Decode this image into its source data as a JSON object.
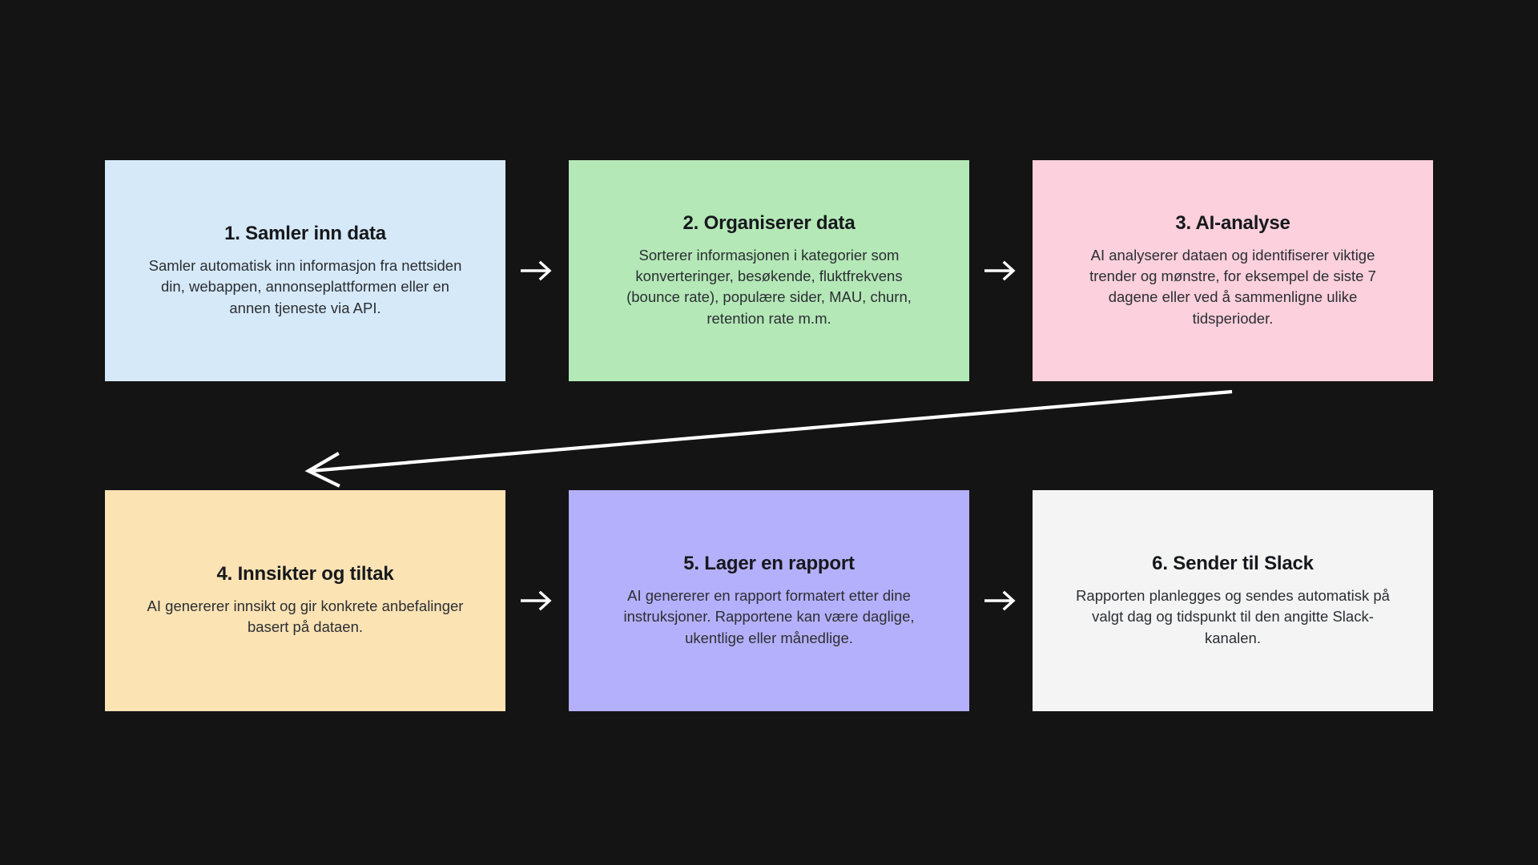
{
  "background_color": "#141414",
  "diagram": {
    "type": "process-flow",
    "title_text": "",
    "rows": [
      {
        "row_index": 1,
        "direction": "left-to-right",
        "cards": [
          {
            "number": "1.",
            "title": "1. Samler inn data",
            "body": "Samler automatisk inn informasjon fra nettsiden din, webappen, annonseplattformen eller en annen tjeneste via API.",
            "color": "#d6e9f8",
            "text_color": "#16181c"
          },
          {
            "number": "2.",
            "title": "2. Organiserer data",
            "body": "Sorterer informasjonen i kategorier som konverteringer, besøkende, fluktfrekvens (bounce rate), populære sider, MAU, churn, retention rate m.m.",
            "color": "#b4e8b7",
            "text_color": "#16181c"
          },
          {
            "number": "3.",
            "title": "3. AI-analyse",
            "body": "AI analyserer dataen og identifiserer viktige trender og mønstre, for eksempel de siste 7 dagene eller ved å sammenligne ulike tidsperioder.",
            "color": "#fcd0dc",
            "text_color": "#16181c"
          }
        ]
      },
      {
        "row_index": 2,
        "direction": "left-to-right",
        "cards": [
          {
            "number": "4.",
            "title": "4. Innsikter og tiltak",
            "body": "AI genererer innsikt og gir konkrete anbefalinger basert på dataen.",
            "color": "#fce3b4",
            "text_color": "#16181c"
          },
          {
            "number": "5.",
            "title": "5. Lager en rapport",
            "body": "AI genererer en rapport formatert etter dine instruksjoner. Rapportene kan være daglige, ukentlige eller månedlige.",
            "color": "#b5b0fb",
            "text_color": "#16181c"
          },
          {
            "number": "6.",
            "title": "6. Sender til Slack",
            "body": "Rapporten planlegges og sendes automatisk på valgt dag og tidspunkt til den angitte Slack-kanalen.",
            "color": "#f4f4f4",
            "text_color": "#16181c"
          }
        ]
      }
    ],
    "connectors": [
      {
        "name": "arrow-1-to-2",
        "glyph": "→",
        "color": "#ffffff"
      },
      {
        "name": "arrow-2-to-3",
        "glyph": "→",
        "color": "#ffffff"
      },
      {
        "name": "arrow-4-to-5",
        "glyph": "→",
        "color": "#ffffff"
      },
      {
        "name": "arrow-5-to-6",
        "glyph": "→",
        "color": "#ffffff"
      },
      {
        "name": "arrow-wrap-3-to-4",
        "glyph": "←",
        "color": "#ffffff"
      }
    ]
  }
}
